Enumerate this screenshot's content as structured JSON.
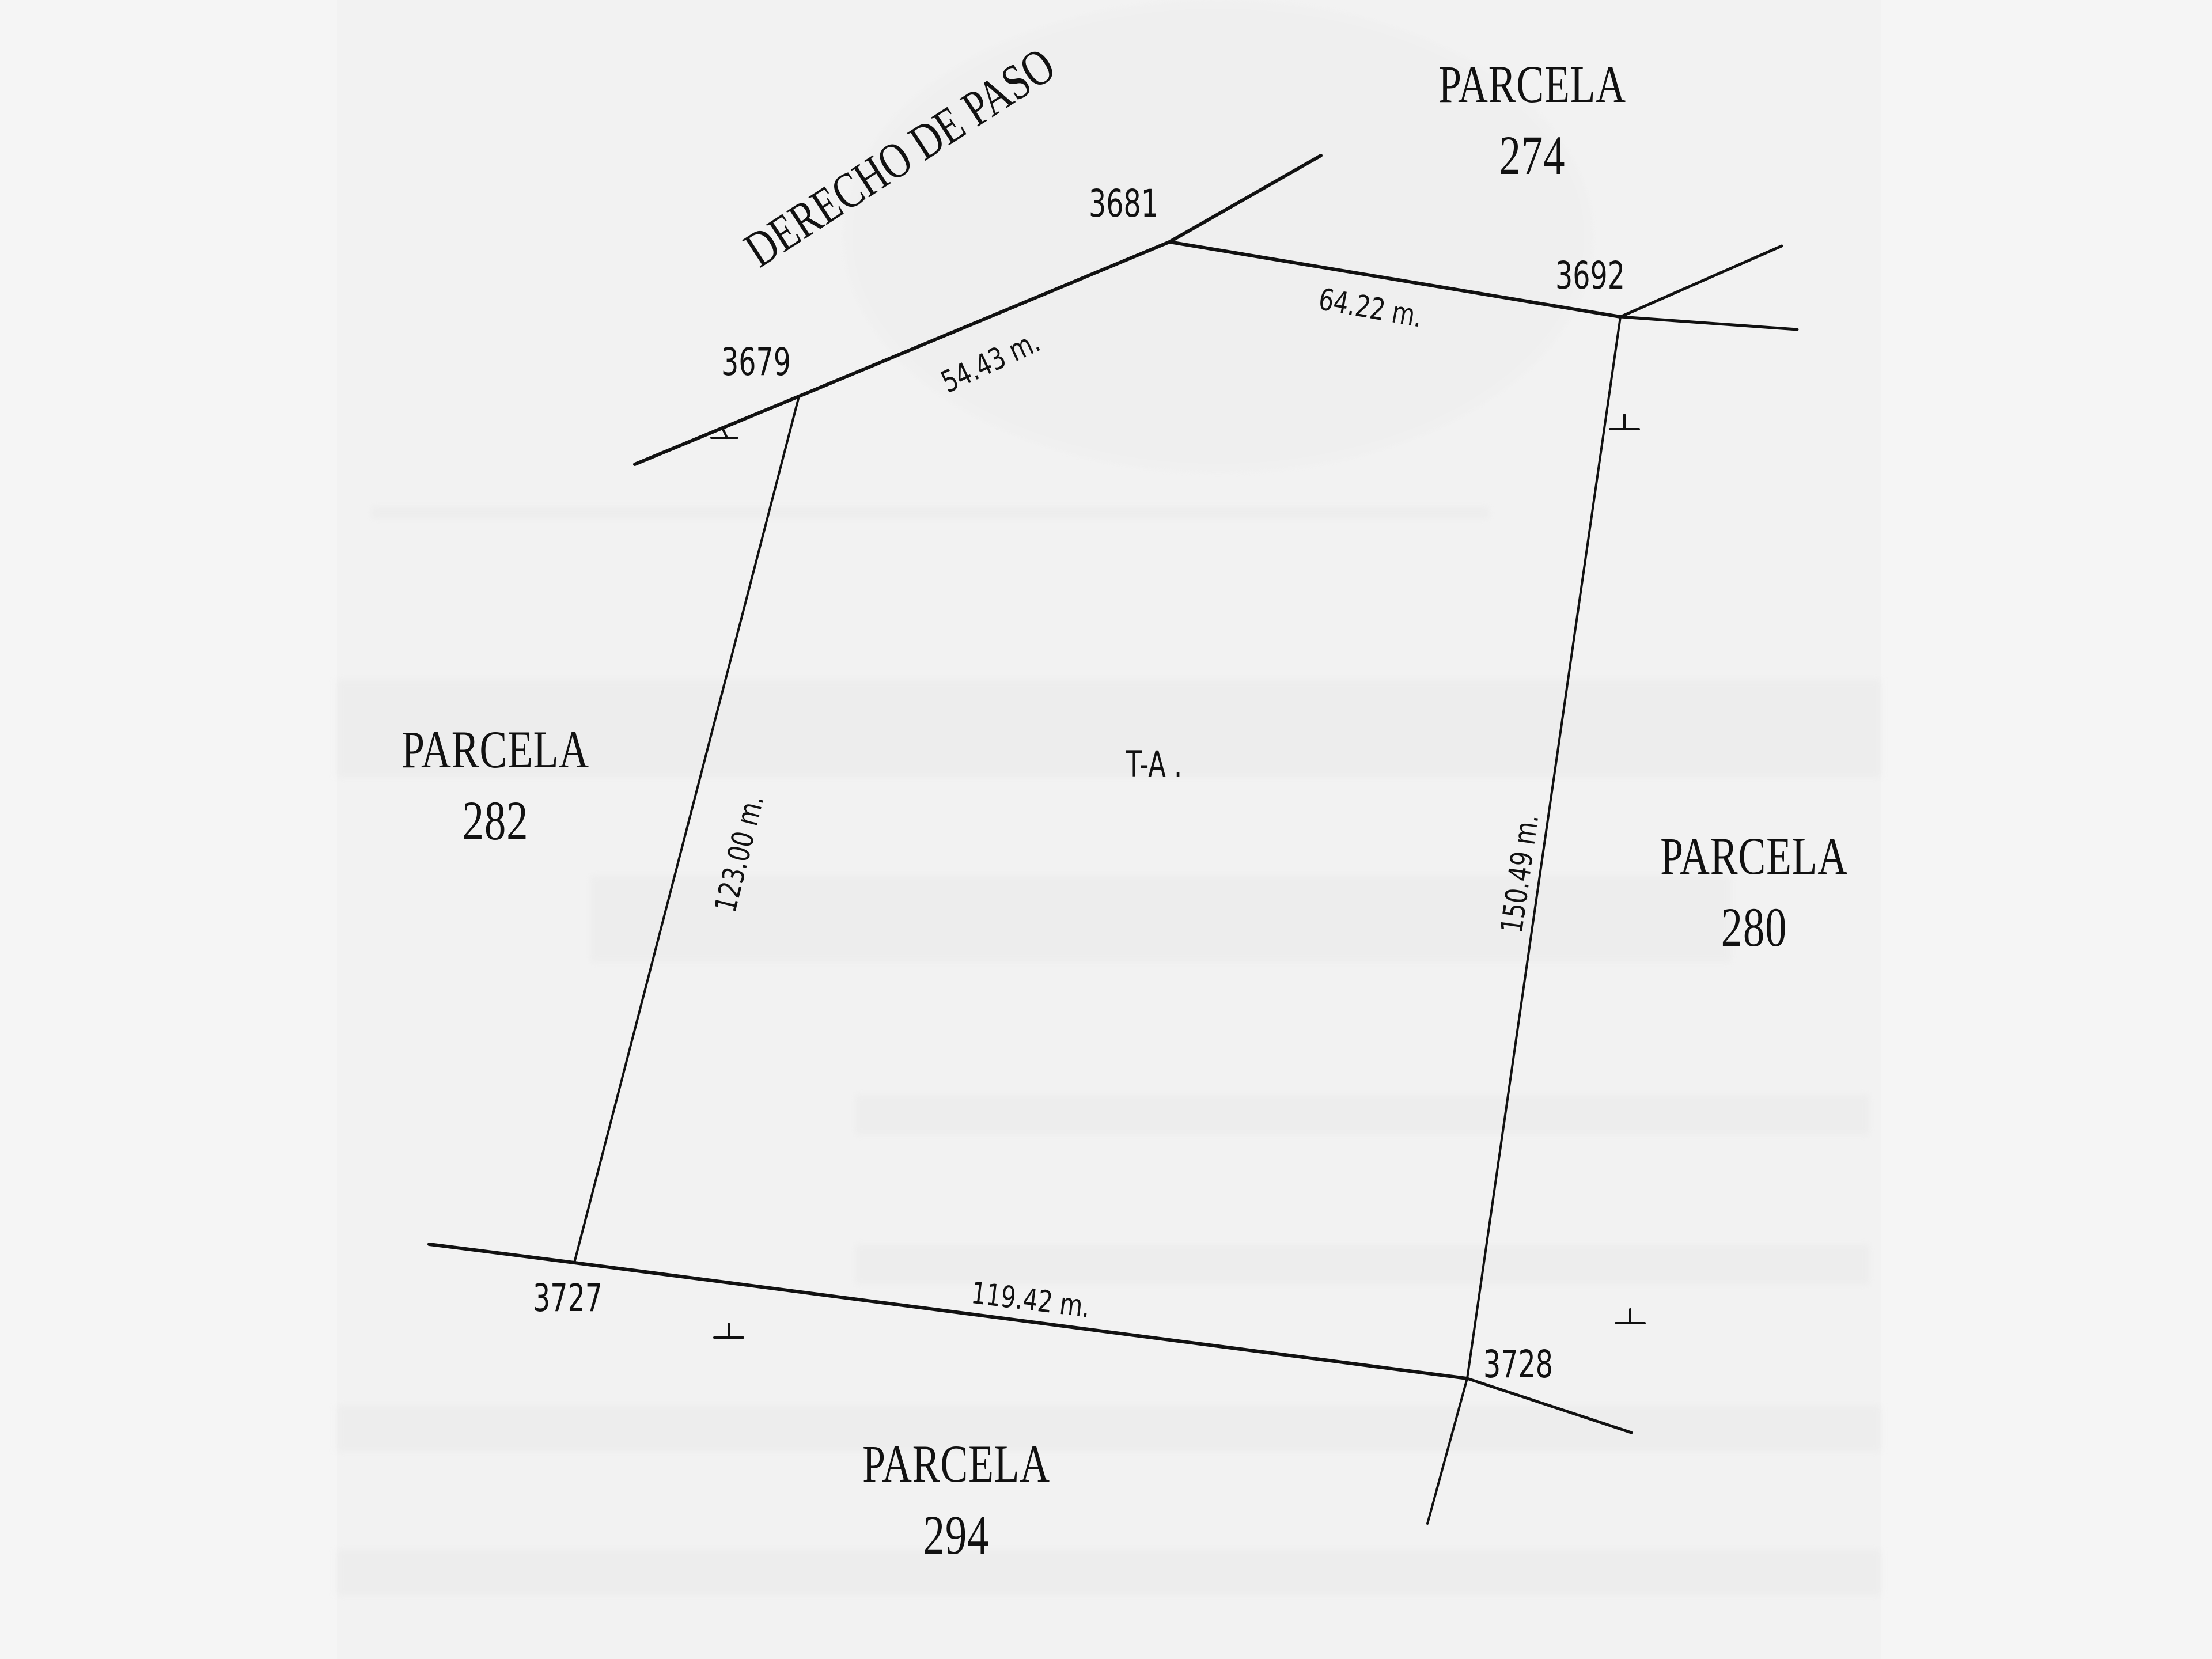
{
  "map": {
    "lot_label": "T-A .",
    "road_label": "DERECHO DE PASO",
    "parcels": [
      {
        "id": "parcel-274",
        "title": "PARCELA",
        "number": "274"
      },
      {
        "id": "parcel-282",
        "title": "PARCELA",
        "number": "282"
      },
      {
        "id": "parcel-280",
        "title": "PARCELA",
        "number": "280"
      },
      {
        "id": "parcel-294",
        "title": "PARCELA",
        "number": "294"
      }
    ],
    "points": [
      {
        "id": "3679",
        "label": "3679"
      },
      {
        "id": "3681",
        "label": "3681"
      },
      {
        "id": "3692",
        "label": "3692"
      },
      {
        "id": "3727",
        "label": "3727"
      },
      {
        "id": "3728",
        "label": "3728"
      }
    ],
    "distances": [
      {
        "edge": "3679-3681",
        "label": "54.43 m."
      },
      {
        "edge": "3681-3692",
        "label": "64.22 m."
      },
      {
        "edge": "3679-3727",
        "label": "123.00 m."
      },
      {
        "edge": "3692-3728",
        "label": "150.49 m."
      },
      {
        "edge": "3727-3728",
        "label": "119.42 m."
      }
    ],
    "colors": {
      "ink": "#111111",
      "paper": "#f2f2f2",
      "margin": "#f5f5f5"
    }
  }
}
